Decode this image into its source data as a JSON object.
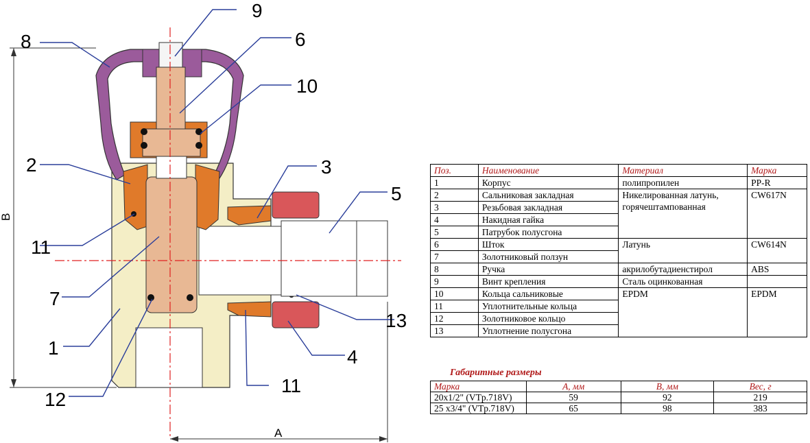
{
  "callouts": [
    "9",
    "6",
    "8",
    "10",
    "2",
    "3",
    "5",
    "11",
    "7",
    "13",
    "1",
    "4",
    "12",
    "11"
  ],
  "dimensions": {
    "height_label": "B",
    "width_label": "A"
  },
  "parts_table": {
    "headers": [
      "Поз.",
      "Наименование",
      "Материал",
      "Марка"
    ],
    "rows": [
      {
        "pos": "1",
        "name": "Корпус"
      },
      {
        "pos": "2",
        "name": "Сальниковая закладная"
      },
      {
        "pos": "3",
        "name": "Резьбовая закладная"
      },
      {
        "pos": "4",
        "name": "Накидная гайка"
      },
      {
        "pos": "5",
        "name": "Патрубок полусгона"
      },
      {
        "pos": "6",
        "name": "Шток"
      },
      {
        "pos": "7",
        "name": "Золотниковый ползун"
      },
      {
        "pos": "8",
        "name": "Ручка"
      },
      {
        "pos": "9",
        "name": "Винт крепления"
      },
      {
        "pos": "10",
        "name": "Кольца сальниковые"
      },
      {
        "pos": "11",
        "name": "Уплотнительные кольца"
      },
      {
        "pos": "12",
        "name": "Золотниковое кольцо"
      },
      {
        "pos": "13",
        "name": "Уплотнение полусгона"
      }
    ],
    "materials": {
      "polypropylene": "полипропилен",
      "brass_nickel_1": "Никелированная латунь,",
      "brass_nickel_2": "горячештампованная",
      "brass": "Латунь",
      "abs_material": "акрилобутадиенстирол",
      "steel": "Сталь оцинкованная",
      "epdm": "EPDM"
    },
    "grades": {
      "ppr": "PP-R",
      "cw617n": "CW617N",
      "cw614n": "CW614N",
      "abs": "ABS",
      "epdm": "EPDM"
    }
  },
  "dims_table": {
    "title": "Габаритные размеры",
    "headers": [
      "Марка",
      "А, мм",
      "В, мм",
      "Вес, г"
    ],
    "rows": [
      [
        "20х1/2\" (VTp.718V)",
        "59",
        "92",
        "219"
      ],
      [
        "25 х3/4\" (VTp.718V)",
        "65",
        "98",
        "383"
      ]
    ]
  },
  "colors": {
    "body": "#f4eec6",
    "handle": "#9b5b9b",
    "insert": "#e07a2a",
    "stem": "#e8b894",
    "nut": "#d9575a",
    "callout_line": "#2a3e9a",
    "centerline": "#e02020",
    "header_text": "#b01818"
  }
}
